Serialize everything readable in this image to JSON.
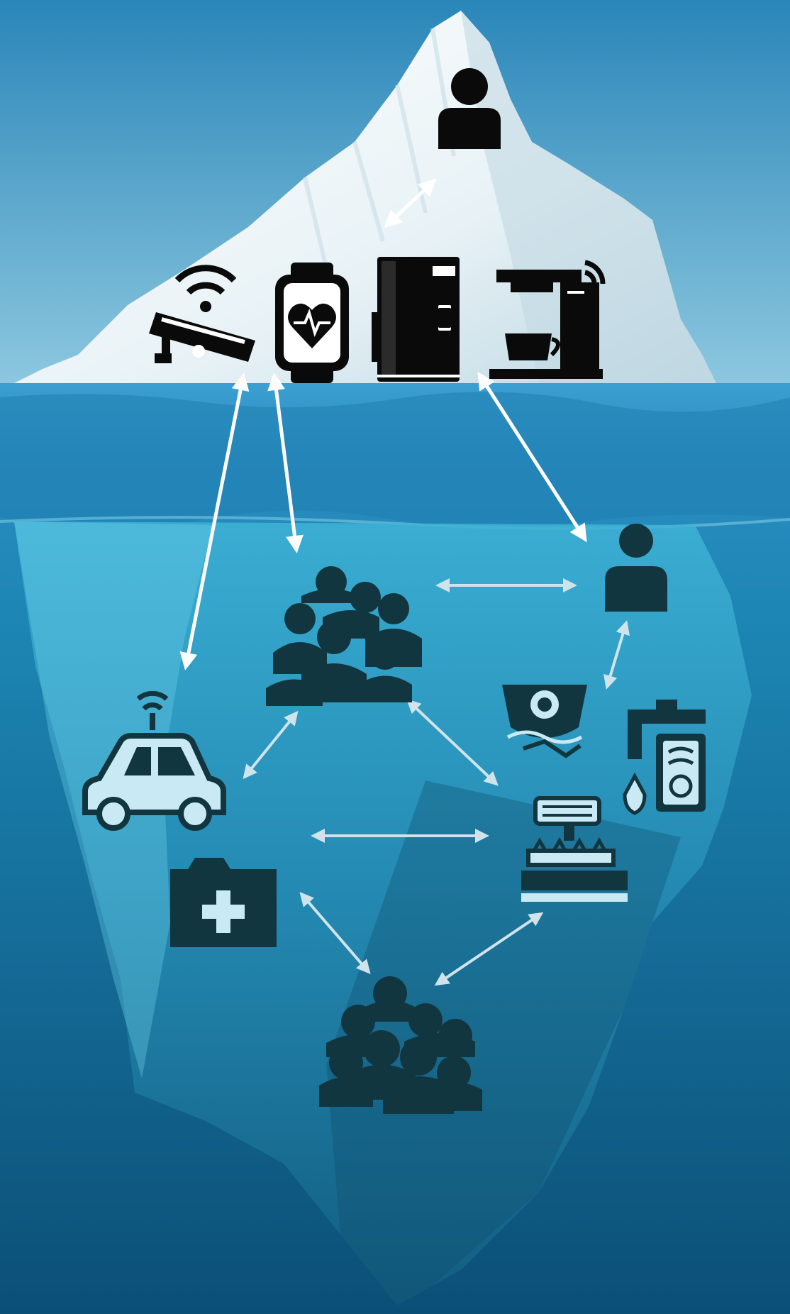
{
  "diagram": {
    "type": "iceberg-network",
    "colors": {
      "sky_top": "#2a86b9",
      "sky_bottom": "#8cc7df",
      "sea_surface": "#2b8cc2",
      "deep_water": "#0b4f77",
      "ice_light": "#f4f9fb",
      "ice_shadow": "#c9dde7",
      "underwater_ice": "#2d98bf",
      "icon_above": "#0a0a0a",
      "icon_below": "#123640",
      "arrow_above": "#ffffff",
      "arrow_below": "#cfe3ea"
    },
    "above_water_nodes": [
      {
        "id": "user",
        "icon": "person-icon"
      },
      {
        "id": "camera",
        "icon": "wifi-security-camera-icon"
      },
      {
        "id": "watch",
        "icon": "heart-rate-smartwatch-icon"
      },
      {
        "id": "fridge",
        "icon": "smart-refrigerator-icon"
      },
      {
        "id": "coffee",
        "icon": "wifi-coffee-machine-icon"
      }
    ],
    "below_water_nodes": [
      {
        "id": "crowd",
        "icon": "group-icon"
      },
      {
        "id": "person",
        "icon": "person-icon"
      },
      {
        "id": "car",
        "icon": "connected-car-icon"
      },
      {
        "id": "energy",
        "icon": "energy-plant-icon"
      },
      {
        "id": "water",
        "icon": "water-utility-icon"
      },
      {
        "id": "factory",
        "icon": "factory-icon"
      },
      {
        "id": "health",
        "icon": "medical-kit-icon"
      },
      {
        "id": "crowd_bottom",
        "icon": "group-icon"
      }
    ],
    "links": [
      {
        "from": "user",
        "to": "fridge"
      },
      {
        "from": "camera",
        "to": "car"
      },
      {
        "from": "watch",
        "to": "crowd"
      },
      {
        "from": "fridge",
        "to": "person"
      },
      {
        "from": "crowd",
        "to": "person"
      },
      {
        "from": "person",
        "to": "energy"
      },
      {
        "from": "crowd",
        "to": "car"
      },
      {
        "from": "crowd",
        "to": "factory"
      },
      {
        "from": "health",
        "to": "factory"
      },
      {
        "from": "health",
        "to": "crowd_bottom"
      },
      {
        "from": "factory",
        "to": "crowd_bottom"
      }
    ]
  }
}
